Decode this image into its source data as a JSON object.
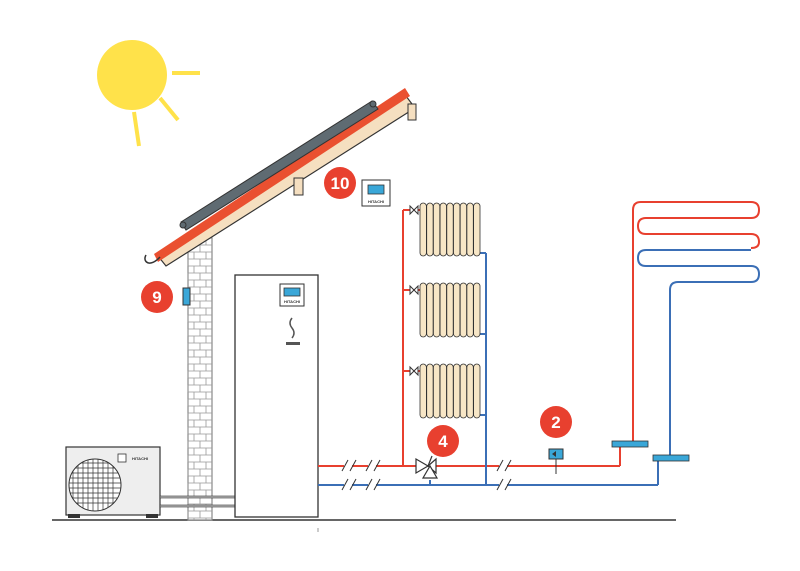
{
  "colors": {
    "hot_pipe": "#e8402f",
    "cold_pipe": "#3b6fb6",
    "sun": "#ffe24a",
    "roof_tile": "#ea5030",
    "solar_panel": "#5f6b72",
    "radiator": "#f7e6c6",
    "callout": "#e8402f",
    "brick": "#888888",
    "unit_outline": "#333333",
    "screen": "#3aa7d8"
  },
  "icons": {
    "sun": "sun-icon",
    "valve": "valve-icon",
    "pump": "pump-icon",
    "controller": "controller-icon"
  },
  "callouts": [
    {
      "id": "10",
      "label": "10"
    },
    {
      "id": "9",
      "label": "9"
    },
    {
      "id": "4",
      "label": "4"
    },
    {
      "id": "2",
      "label": "2"
    }
  ],
  "brand": {
    "wall_controller": "HITACHI",
    "indoor_unit": "HITACHI",
    "outdoor_unit": "HITACHI"
  }
}
